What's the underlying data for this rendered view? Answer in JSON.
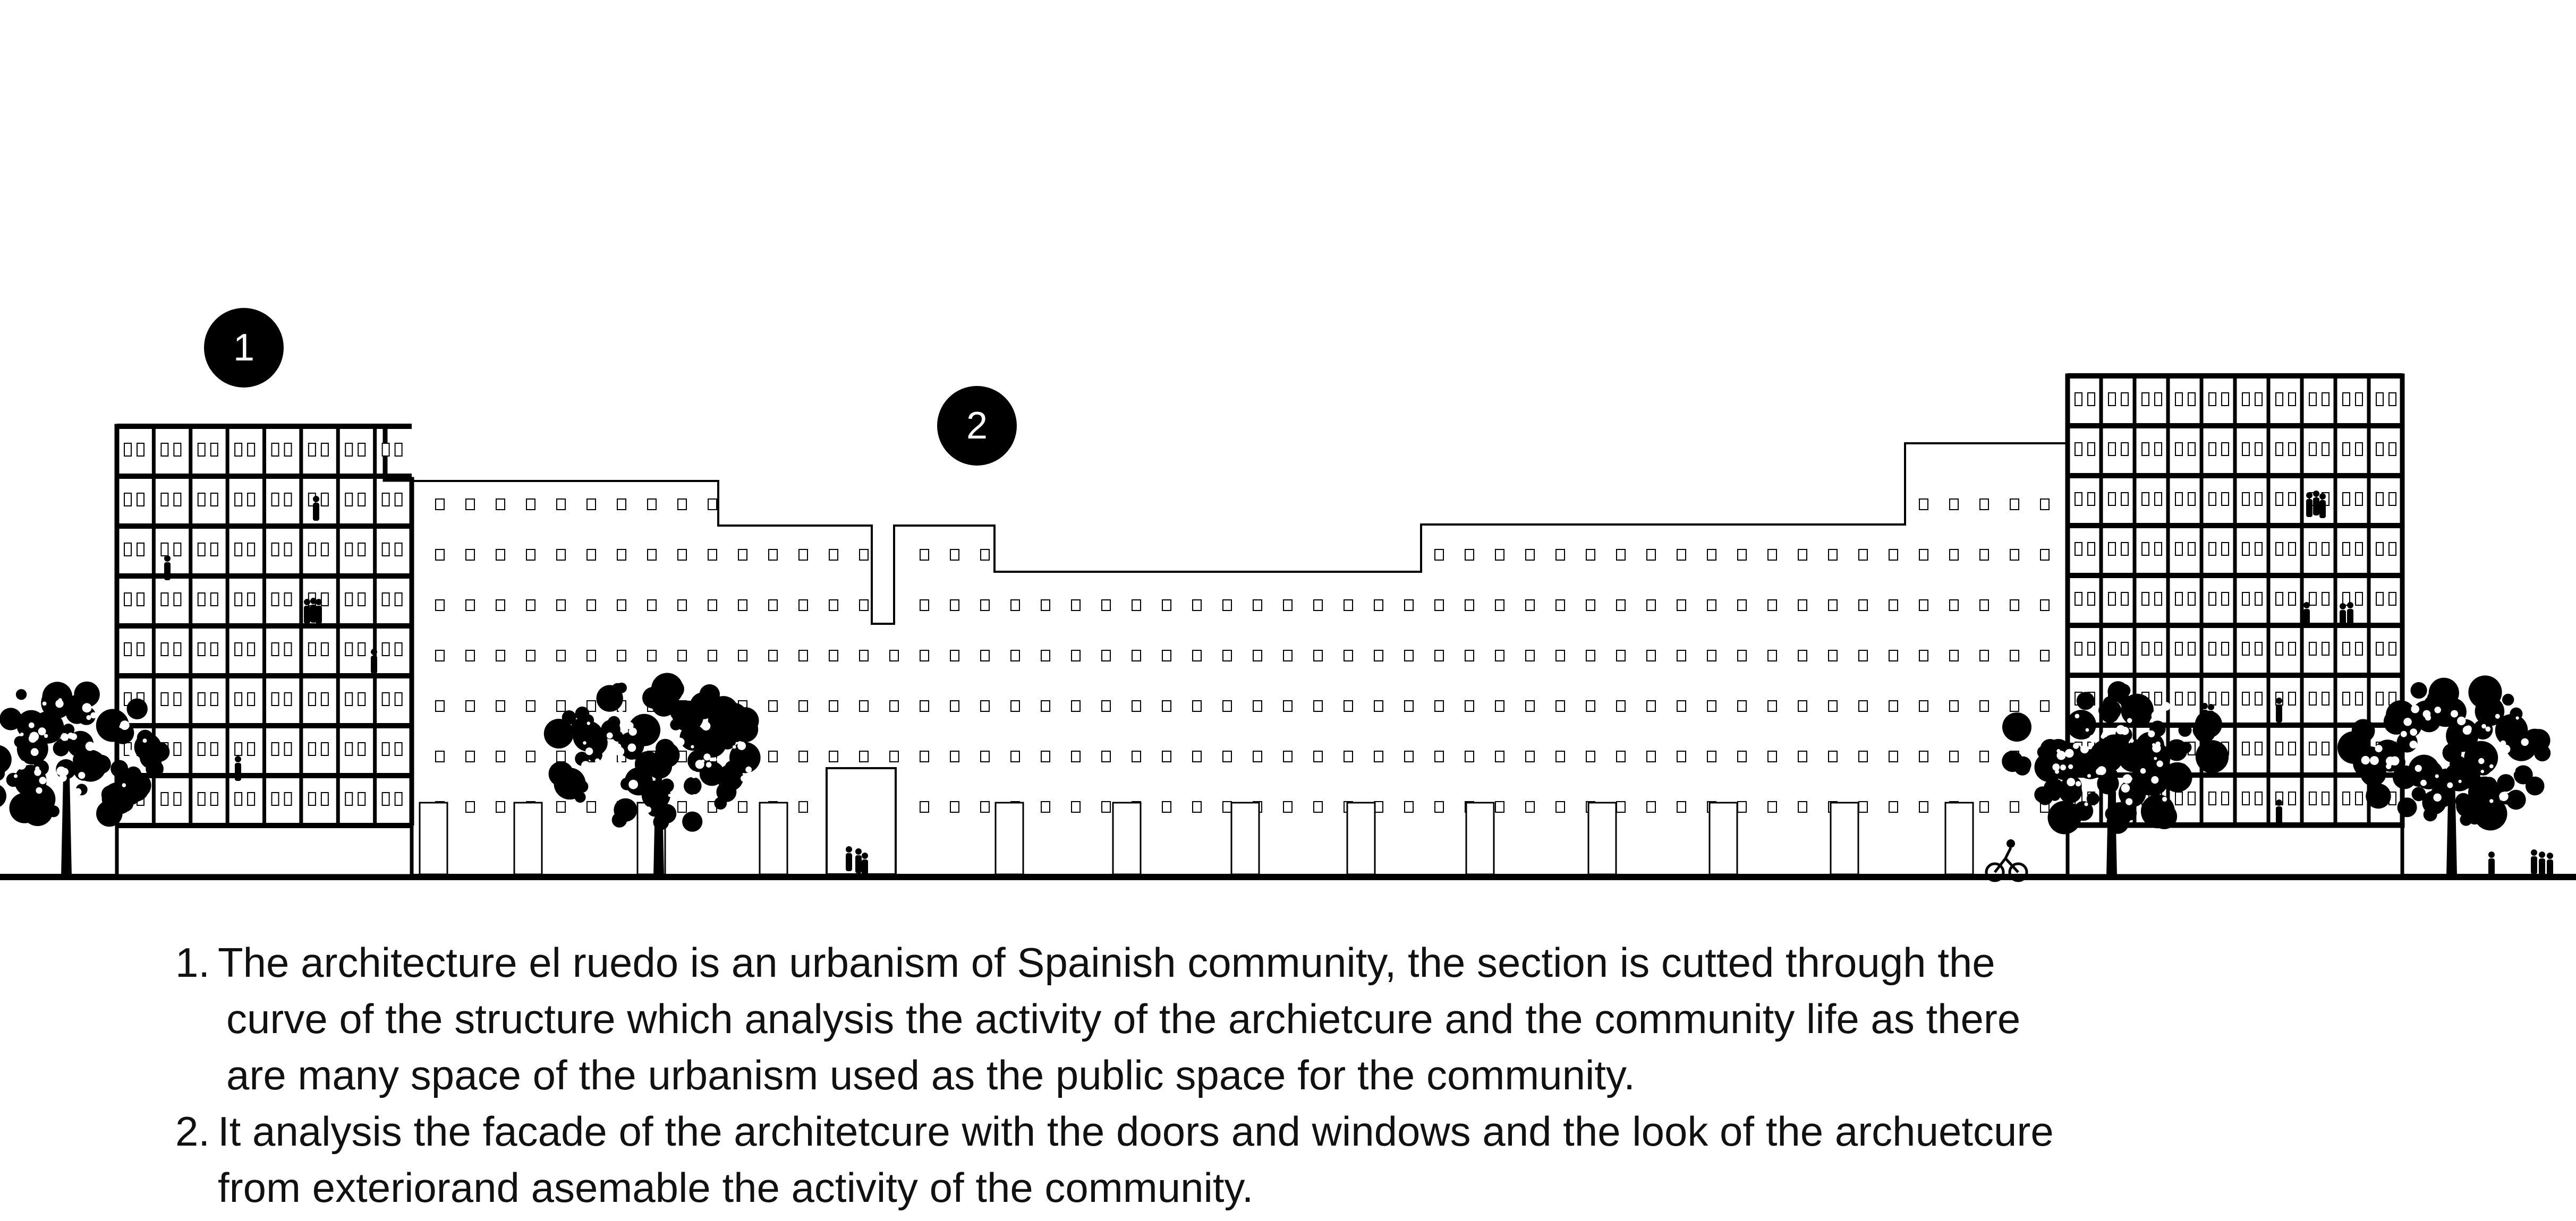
{
  "markers": [
    {
      "label": "1"
    },
    {
      "label": "2"
    }
  ],
  "notes": [
    {
      "number": "1.",
      "lines": [
        "The architecture el ruedo is an urbanism of Spainish community, the section is cutted through the",
        "curve of the structure which analysis the activity of the archietcure and the community life as there",
        "are many space of the urbanism used as the public space for the community."
      ]
    },
    {
      "number": "2.",
      "lines": [
        "It analysis the facade of the architetcure with the doors and windows and the look of the archuetcure",
        "from exteriorand asemable the activity of the community."
      ]
    }
  ]
}
